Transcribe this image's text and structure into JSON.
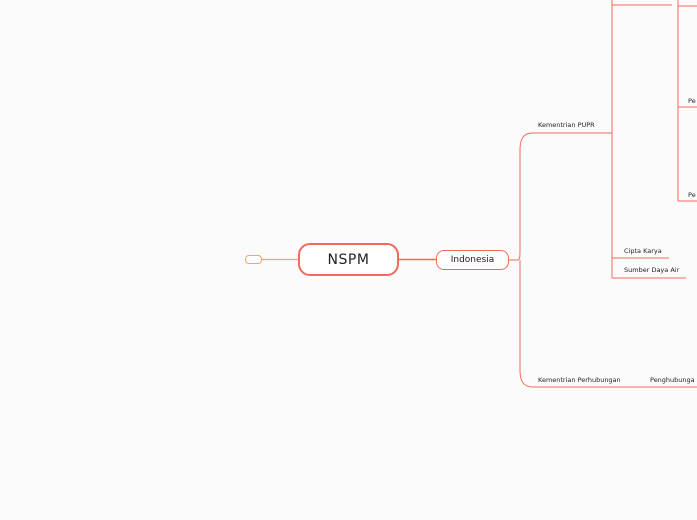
{
  "root": {
    "label": "NSPM"
  },
  "level1": {
    "label": "Indonesia"
  },
  "branches": {
    "pupr": "Kementrian PUPR",
    "perhubungan": "Kementrian Perhubungan"
  },
  "pupr_children": {
    "cipta_karya": "Cipta Karya",
    "sumber_daya_air": "Sumber Daya Air",
    "cut_1": "Pe",
    "cut_2": "Pe"
  },
  "perhubungan_children": {
    "penghubungan": "Penghubunga"
  },
  "colors": {
    "line": "#f26a5c",
    "left_line": "#f5a26a",
    "background": "#fbfbfb"
  }
}
